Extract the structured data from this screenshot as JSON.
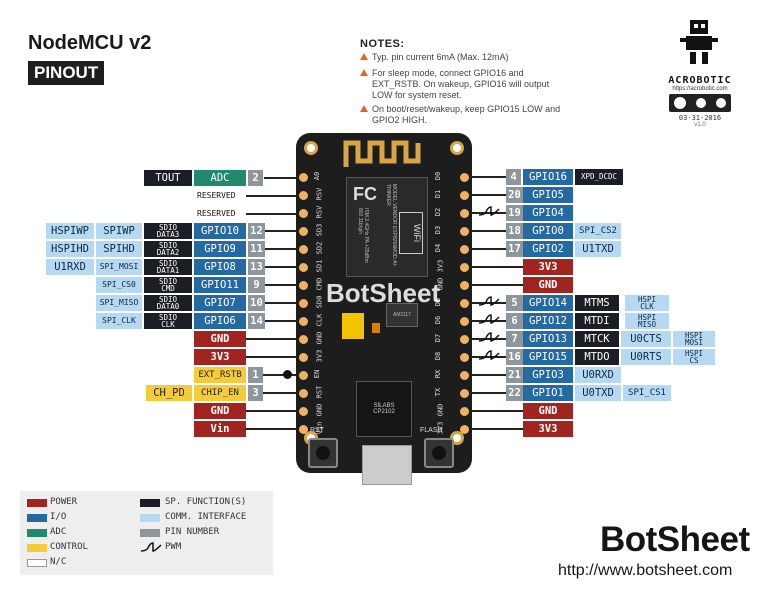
{
  "title": "NodeMCU v2",
  "subtitle": "PINOUT",
  "notes": {
    "heading": "NOTES:",
    "items": [
      "Typ. pin current 6mA (Max. 12mA)",
      "For sleep mode, connect GPIO16 and EXT_RSTB. On wakeup, GPIO16 will output LOW for system reset.",
      "On boot/reset/wakeup, keep GPIO15 LOW and GPIO2 HIGH."
    ]
  },
  "logo": {
    "name": "ACROBOTIC",
    "url": "https://acrobotic.com",
    "date": "03-31-2016",
    "version": "v1.0",
    "license": "BY SA"
  },
  "watermark": "BotSheet",
  "brand": {
    "name": "BotSheet",
    "url": "http://www.botsheet.com"
  },
  "board": {
    "left_pins": [
      "A0",
      "RSV",
      "RSV",
      "SD3",
      "SD2",
      "SD1",
      "CMD",
      "SD0",
      "CLK",
      "GND",
      "3V3",
      "EN",
      "RST",
      "GND",
      "Vin"
    ],
    "right_pins": [
      "D0",
      "D1",
      "D2",
      "D3",
      "D4",
      "3V3",
      "GND",
      "D5",
      "D6",
      "D7",
      "D8",
      "RX",
      "TX",
      "GND",
      "3V3"
    ],
    "chip_text": [
      "SILABS",
      "CP2102"
    ],
    "wifi": "WiFi",
    "btn_rst": "RST",
    "btn_flash": "FLASH",
    "module_text": [
      "MODEL",
      "VENDOR",
      "ESP8266MOD",
      "AI-THINKER",
      "ISM 2.4GHz",
      "PA +25dBm",
      "802.11b/g/n"
    ],
    "fc": "FC",
    "regulator": "AM1117"
  },
  "left": {
    "tout": "TOUT",
    "adc": "ADC",
    "n2": "2",
    "reserved1": "RESERVED",
    "reserved2": "RESERVED",
    "r12": {
      "a": "HSPIWP",
      "b": "SPIWP",
      "c1": "SDIO",
      "c2": "DATA3",
      "g": "GPIO10",
      "n": "12"
    },
    "r11": {
      "a": "HSPIHD",
      "b": "SPIHD",
      "c1": "SDIO",
      "c2": "DATA2",
      "g": "GPIO9",
      "n": "11"
    },
    "r13": {
      "a": "U1RXD",
      "b": "SPI_MOSI",
      "c1": "SDIO",
      "c2": "DATA1",
      "g": "GPIO8",
      "n": "13"
    },
    "r9": {
      "b": "SPI_CS0",
      "c1": "SDIO",
      "c2": "CMD",
      "g": "GPIO11",
      "n": "9"
    },
    "r10": {
      "b": "SPI_MISO",
      "c1": "SDIO",
      "c2": "DATA0",
      "g": "GPIO7",
      "n": "10"
    },
    "r14": {
      "b": "SPI_CLK",
      "c1": "SDIO",
      "c2": "CLK",
      "g": "GPIO6",
      "n": "14"
    },
    "gnd1": "GND",
    "v3": "3V3",
    "ext": "EXT_RSTB",
    "n1": "1",
    "chpd": "CH_PD",
    "chipen": "CHIP_EN",
    "n3": "3",
    "gnd2": "GND",
    "vin": "Vin"
  },
  "right": {
    "r4": {
      "n": "4",
      "g": "GPIO16",
      "x": "XPD_DCDC"
    },
    "r20": {
      "n": "20",
      "g": "GPIO5"
    },
    "r19": {
      "n": "19",
      "g": "GPIO4"
    },
    "r18": {
      "n": "18",
      "g": "GPIO0",
      "c": "SPI_CS2"
    },
    "r17": {
      "n": "17",
      "g": "GPIO2",
      "c": "U1TXD"
    },
    "v3a": "3V3",
    "gnda": "GND",
    "r5": {
      "n": "5",
      "g": "GPIO14",
      "s": "MTMS",
      "h1": "HSPI",
      "h2": "CLK"
    },
    "r6": {
      "n": "6",
      "g": "GPIO12",
      "s": "MTDI",
      "h1": "HSPI",
      "h2": "MISO"
    },
    "r7": {
      "n": "7",
      "g": "GPIO13",
      "s": "MTCK",
      "c": "U0CTS",
      "h1": "HSPI",
      "h2": "MOSI"
    },
    "r16": {
      "n": "16",
      "g": "GPIO15",
      "s": "MTDO",
      "c": "U0RTS",
      "h1": "HSPI",
      "h2": "CS"
    },
    "r21": {
      "n": "21",
      "g": "GPIO3",
      "c": "U0RXD"
    },
    "r22": {
      "n": "22",
      "g": "GPIO1",
      "c": "U0TXD",
      "d": "SPI_CS1"
    },
    "gndb": "GND",
    "v3b": "3V3"
  },
  "legend": {
    "power": "POWER",
    "io": "I/O",
    "adc": "ADC",
    "control": "CONTROL",
    "nc": "N/C",
    "sp": "SP. FUNCTION(S)",
    "comm": "COMM. INTERFACE",
    "pin": "PIN NUMBER",
    "pwm": "PWM"
  },
  "colors": {
    "power": "#a0241f",
    "io": "#2569a3",
    "adc": "#1f8a6e",
    "control": "#f4cc3a",
    "sp": "#1b1f25",
    "comm": "#b6d8f0",
    "pin": "#8e969c"
  }
}
